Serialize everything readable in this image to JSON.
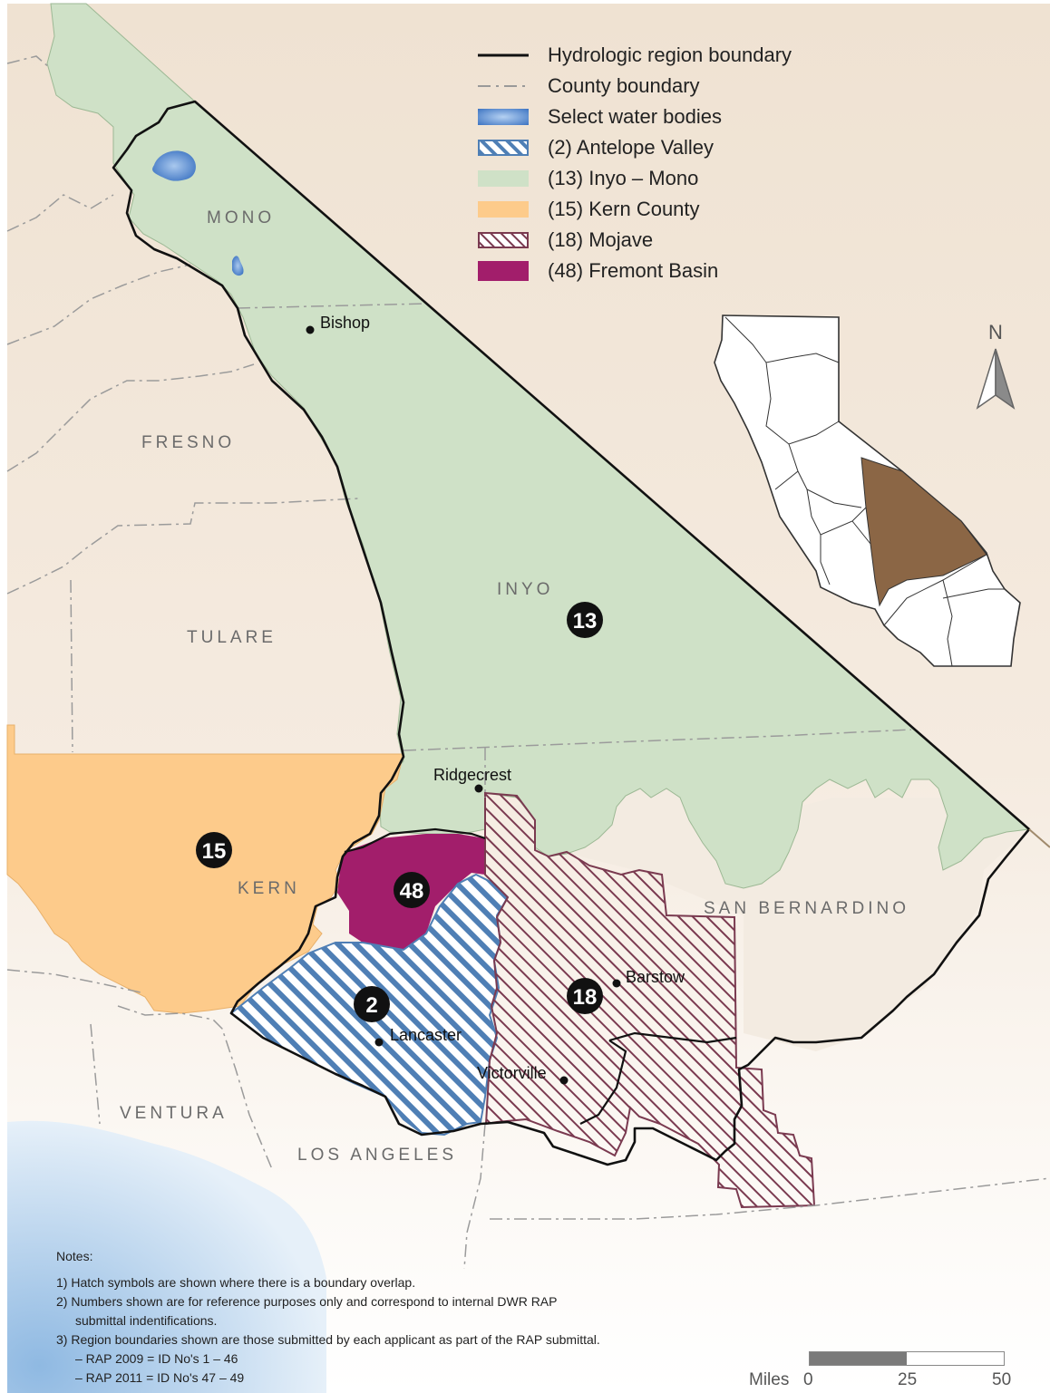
{
  "legend": [
    {
      "label": "Hydrologic region boundary",
      "icon": "solid-black-line-icon"
    },
    {
      "label": "County boundary",
      "icon": "dashed-line-icon"
    },
    {
      "label": "Select water bodies",
      "icon": "water-body-icon",
      "color": "#5b8fd1"
    },
    {
      "label": "(2) Antelope Valley",
      "icon": "blue-hatch-icon",
      "color": "#4f7fb5"
    },
    {
      "label": "(13) Inyo – Mono",
      "icon": "green-fill-icon",
      "color": "#cfe1c7"
    },
    {
      "label": "(15) Kern County",
      "icon": "orange-fill-icon",
      "color": "#fdcb8b"
    },
    {
      "label": "(18) Mojave",
      "icon": "maroon-hatch-icon",
      "color": "#7a3a50"
    },
    {
      "label": "(48) Fremont Basin",
      "icon": "magenta-fill-icon",
      "color": "#a21e6b"
    }
  ],
  "counties": {
    "mono": "MONO",
    "fresno": "FRESNO",
    "inyo": "INYO",
    "tulare": "TULARE",
    "kern": "KERN",
    "san_bernardino": "SAN BERNARDINO",
    "ventura": "VENTURA",
    "los_angeles": "LOS ANGELES"
  },
  "cities": {
    "bishop": "Bishop",
    "ridgecrest": "Ridgecrest",
    "barstow": "Barstow",
    "lancaster": "Lancaster",
    "victorville": "Victorville"
  },
  "region_numbers": {
    "inyo_mono": "13",
    "kern": "15",
    "fremont": "48",
    "antelope": "2",
    "mojave": "18"
  },
  "north_arrow": "N",
  "notes": {
    "title": "Notes:",
    "lines": [
      "1)  Hatch symbols are shown where there is a boundary overlap.",
      "2)  Numbers shown are for reference purposes only and correspond to internal DWR RAP",
      "submittal indentifications.",
      "3)  Region boundaries shown are those submitted by each applicant as part of the RAP submittal.",
      "– RAP 2009 = ID No's 1 – 46",
      "– RAP 2011 = ID No's 47 – 49"
    ]
  },
  "scale": {
    "unit": "Miles",
    "ticks": [
      "0",
      "25",
      "50"
    ]
  },
  "colors": {
    "inyo_mono": "#cfe1c7",
    "kern": "#fdcb8b",
    "fremont": "#a21e6b",
    "antelope": "#4f7fb5",
    "mojave": "#7a3a50",
    "sb_fill": "#f3ebe1",
    "water": "#5b8fd1",
    "inset_highlight": "#8b6645"
  }
}
